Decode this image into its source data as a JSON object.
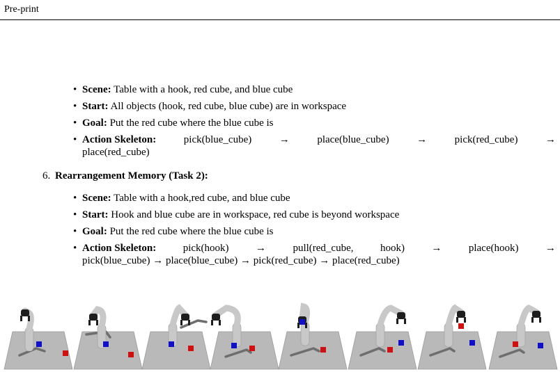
{
  "header": {
    "running_head": "Pre-print"
  },
  "task1": {
    "items": [
      {
        "label": "Scene:",
        "text": "Table with a hook, red cube, and blue cube"
      },
      {
        "label": "Start:",
        "text": "All objects (hook, red cube, blue cube) are in workspace"
      },
      {
        "label": "Goal:",
        "text": "Put the red cube where the blue cube is"
      }
    ],
    "skeleton": {
      "label": "Action Skeleton:",
      "line1": [
        "pick(blue_cube)",
        "→",
        "place(blue_cube)",
        "→",
        "pick(red_cube)",
        "→"
      ],
      "line2": "place(red_cube)"
    }
  },
  "task2": {
    "number": "6.",
    "title": "Rearrangement Memory (Task 2):",
    "items": [
      {
        "label": "Scene:",
        "text": "Table with a hook,red cube, and blue cube"
      },
      {
        "label": "Start:",
        "text": "Hook and blue cube are in workspace, red cube is beyond workspace"
      },
      {
        "label": "Goal:",
        "text": "Put the red cube where the blue cube is"
      }
    ],
    "skeleton": {
      "label": "Action Skeleton:",
      "line1": [
        "pick(hook)",
        "→",
        "pull(red_cube,",
        "hook)",
        "→",
        "place(hook)",
        "→"
      ],
      "line2": "pick(blue_cube) → place(blue_cube) → pick(red_cube) → place(red_cube)"
    }
  },
  "figure": {
    "colors": {
      "table": "#b9b9b9",
      "robot": "#c8c8c8",
      "gripper": "#1e1e1e",
      "hook": "#6e6e6e",
      "red_cube": "#d01010",
      "blue_cube": "#1010c8"
    },
    "panels_count": 8
  }
}
